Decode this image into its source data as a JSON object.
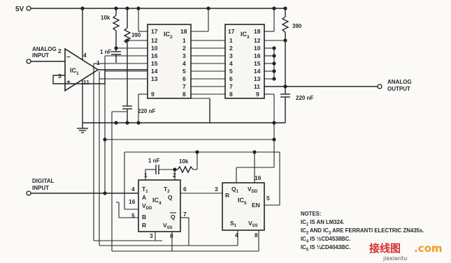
{
  "supply": {
    "label": "5V"
  },
  "resistors": {
    "r1": "10k",
    "r2": "390",
    "r3": "390",
    "r4": "10k"
  },
  "capacitors": {
    "c1": "1 nF",
    "c2": "220 nF",
    "c3": "220 nF",
    "c4": "1 nF"
  },
  "terminals": {
    "analog_input_1": "ANALOG",
    "analog_input_2": "INPUT",
    "analog_output_1": "ANALOG",
    "analog_output_2": "OUTPUT",
    "digital_input_1": "DIGITAL",
    "digital_input_2": "INPUT"
  },
  "ic1": {
    "name": "IC",
    "sub": "1",
    "minus": "−",
    "plus": "+",
    "pin2": "2",
    "pin3": "3",
    "pin4": "4",
    "pin1": "1",
    "pin11": "11"
  },
  "ic2": {
    "name": "IC",
    "sub": "2",
    "left_pins": [
      "17",
      "12",
      "10",
      "16",
      "15",
      "14",
      "13",
      "9"
    ],
    "right_pins": [
      "18",
      "1",
      "2",
      "3",
      "4",
      "5",
      "6",
      "7",
      "8"
    ]
  },
  "ic3": {
    "name": "IC",
    "sub": "3",
    "left_pins": [
      "17",
      "1",
      "2",
      "3",
      "4",
      "5",
      "6",
      "7",
      "8"
    ],
    "right_pins": [
      "18",
      "12",
      "10",
      "16",
      "15",
      "14",
      "13",
      "11",
      "9"
    ]
  },
  "ic4": {
    "name": "IC",
    "sub": "4",
    "inner": {
      "t1": "T",
      "t1s": "1",
      "t2": "T",
      "t2s": "2",
      "a": "A",
      "vdd": "V",
      "vdds": "DD",
      "b": "B",
      "r": "R",
      "q": "Q",
      "qbar": "Q",
      "vss": "V",
      "vsss": "SS"
    },
    "pins": {
      "p1": "1",
      "p2": "2",
      "p4": "4",
      "p16": "16",
      "p5": "5",
      "p3": "3",
      "p8": "8",
      "p6": "6",
      "p7": "7"
    }
  },
  "ic5": {
    "name": "IC",
    "sub": "5",
    "inner": {
      "q1": "Q",
      "q1s": "1",
      "vdd": "V",
      "vdds": "DD",
      "r": "R",
      "en": "EN",
      "s1": "S",
      "s1s": "1",
      "vss": "V",
      "vsss": "SS"
    },
    "pins": {
      "p3": "3",
      "p16": "16",
      "p5": "5",
      "p4": "4",
      "p8": "8"
    }
  },
  "notes": {
    "title": "NOTES:",
    "lines": [
      {
        "a": "IC",
        "as": "1",
        "b": " IS AN LM324."
      },
      {
        "a": "IC",
        "as": "2",
        "b": " AND IC",
        "bs": "3",
        "c": " ARE FERRANTI ELECTRIC ZN435s."
      },
      {
        "a": "IC",
        "as": "4",
        "b": " IS ½CD4538BC."
      },
      {
        "a": "IC",
        "as": "5",
        "b": " IS ¼CD4043BC."
      }
    ]
  },
  "watermark": {
    "text": "接线图",
    "domain": ".com",
    "sub": "jiexiantu"
  },
  "colors": {
    "ink": "#1f2329",
    "paper": "#fbfaf7",
    "watermark_red": "#d62f2f",
    "watermark_orange": "#f39a1e"
  }
}
